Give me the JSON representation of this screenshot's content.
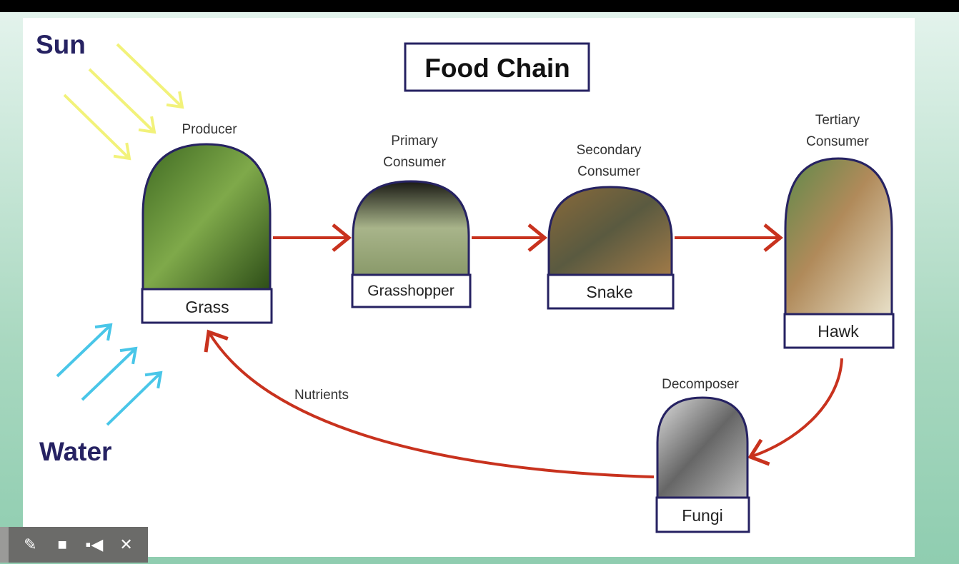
{
  "title": "Food Chain",
  "sun_label": "Sun",
  "water_label": "Water",
  "nutrients_label": "Nutrients",
  "organisms": {
    "grass": {
      "role": "Producer",
      "name": "Grass"
    },
    "grasshopper": {
      "role_line1": "Primary",
      "role_line2": "Consumer",
      "name": "Grasshopper"
    },
    "snake": {
      "role_line1": "Secondary",
      "role_line2": "Consumer",
      "name": "Snake"
    },
    "hawk": {
      "role_line1": "Tertiary",
      "role_line2": "Consumer",
      "name": "Hawk"
    },
    "fungi": {
      "role": "Decomposer",
      "name": "Fungi"
    }
  },
  "toolbar": {
    "icons": [
      "pencil-icon",
      "eraser-icon",
      "video-camera-icon",
      "close-icon"
    ]
  },
  "colors": {
    "arrow": "#c8321e",
    "frame": "#262262",
    "sun": "#f2f27a",
    "water": "#49c6e8"
  }
}
